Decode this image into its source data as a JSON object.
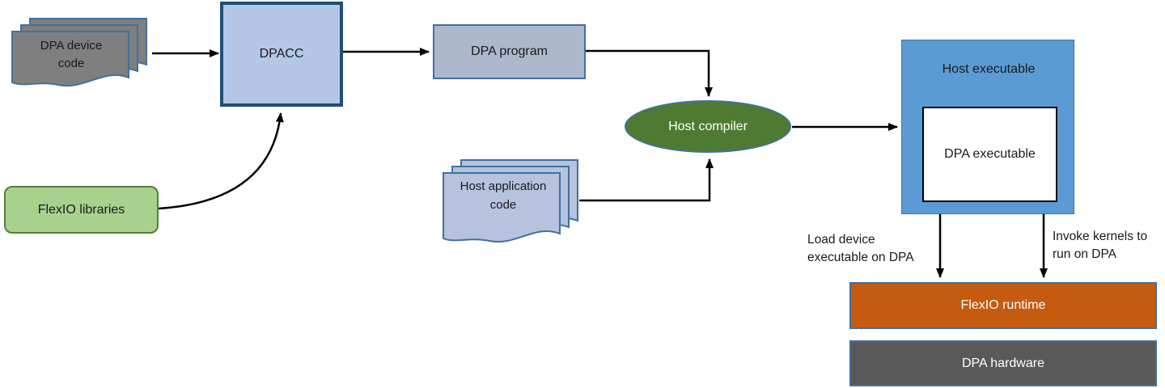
{
  "diagram": {
    "nodes": {
      "dpa_device_code": "DPA device code",
      "dpacc": "DPACC",
      "flexio_libraries": "FlexIO libraries",
      "dpa_program": "DPA program",
      "host_compiler": "Host compiler",
      "host_application_code": "Host application code",
      "host_executable": "Host executable",
      "dpa_executable": "DPA executable",
      "flexio_runtime": "FlexIO runtime",
      "dpa_hardware": "DPA hardware"
    },
    "annotations": {
      "load_device": "Load device executable on DPA",
      "invoke_kernels": "Invoke kernels to run on DPA"
    },
    "edges": [
      {
        "from": "dpa_device_code",
        "to": "dpacc",
        "label": ""
      },
      {
        "from": "flexio_libraries",
        "to": "dpacc",
        "label": ""
      },
      {
        "from": "dpacc",
        "to": "dpa_program",
        "label": ""
      },
      {
        "from": "dpa_program",
        "to": "host_compiler",
        "label": ""
      },
      {
        "from": "host_application_code",
        "to": "host_compiler",
        "label": ""
      },
      {
        "from": "host_compiler",
        "to": "host_executable",
        "label": ""
      },
      {
        "from": "host_executable",
        "to": "flexio_runtime",
        "label": "Load device executable on DPA"
      },
      {
        "from": "host_executable",
        "to": "flexio_runtime",
        "label": "Invoke kernels to run on DPA"
      }
    ],
    "colors": {
      "document_gray_fill": "#7f7f7f",
      "document_blue_fill": "#b6c2de",
      "shape_border_blue": "#41719c",
      "dpacc_fill": "#b4c7e7",
      "dpacc_border": "#1f4e79",
      "green_fill": "#a9d18e",
      "green_border": "#538135",
      "program_fill": "#aeb8cd",
      "compiler_fill": "#4e7b31",
      "host_executable_fill": "#5b9bd5",
      "runtime_fill": "#c55a11",
      "hardware_fill": "#595959",
      "arrow": "#000000"
    }
  }
}
